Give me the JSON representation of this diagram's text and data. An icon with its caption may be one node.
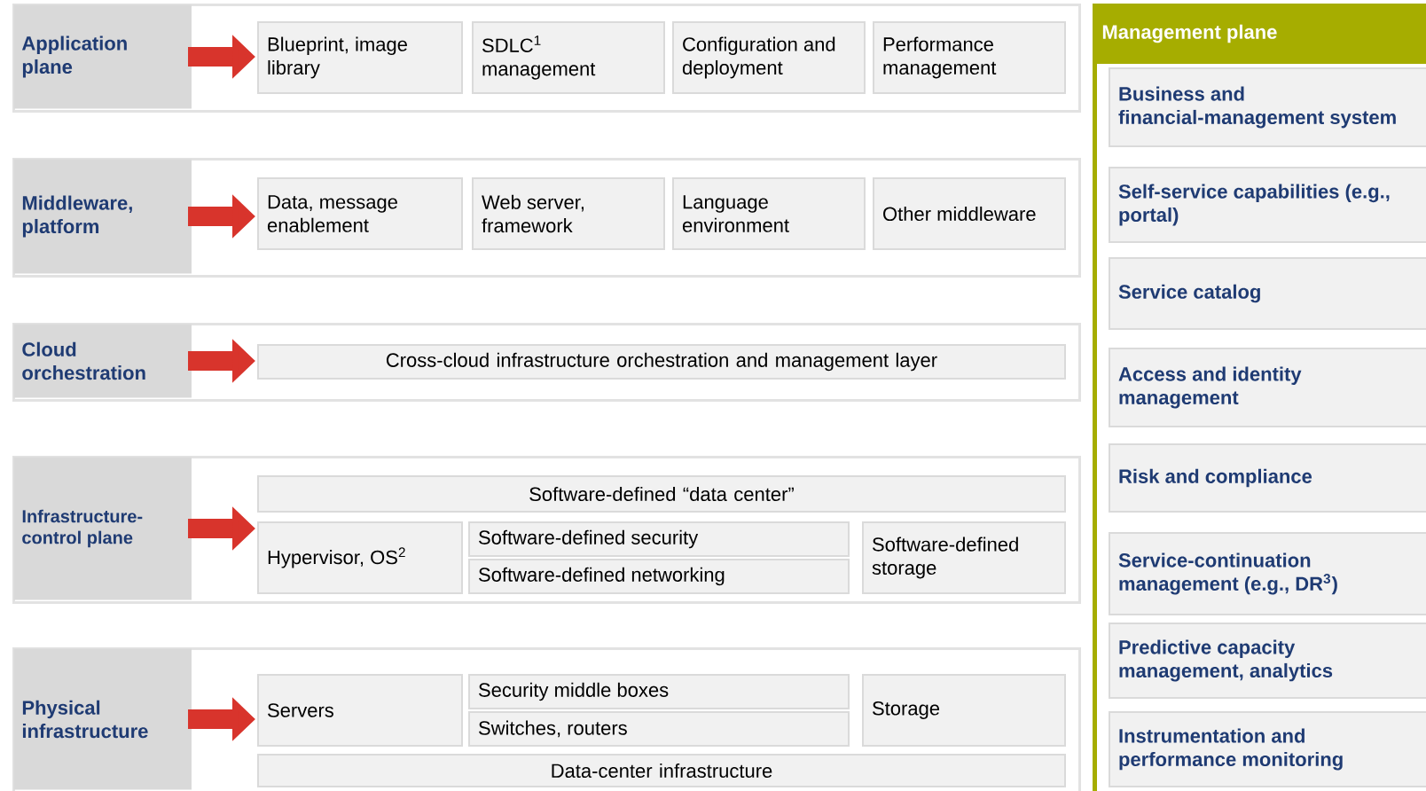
{
  "diagram": {
    "nodes": [
      {
        "text": [
          "Application plane"
        ]
      },
      {
        "text": [
          "Blueprint, image library"
        ],
        "in": 0
      },
      {
        "text": [
          "SDLC$^{1}$ management"
        ],
        "in": 0
      },
      {
        "text": [
          "Configuration and deployment"
        ],
        "in": 0
      },
      {
        "text": [
          "Performance management"
        ],
        "in": 0
      },
      {
        "text": [
          "Middleware, platform"
        ]
      },
      {
        "text": [
          "Data, message enablement"
        ],
        "in": 5
      },
      {
        "text": [
          "Web server, framework"
        ],
        "in": 5
      },
      {
        "text": [
          "Language environment"
        ],
        "in": 5
      },
      {
        "text": [
          "Other middleware"
        ],
        "in": 5
      },
      {
        "text": [
          "Cloud orchestration"
        ]
      },
      {
        "text": [
          "Cross-cloud infrastructure orchestration and management layer"
        ],
        "in": 10
      },
      {
        "text": [
          "Infrastructure-control plane"
        ]
      },
      {
        "text": [
          "Software-defined “data center”"
        ],
        "in": 12
      },
      {
        "text": [
          "Hypervisor, OS$^{2}$"
        ],
        "in": 12
      },
      {
        "text": [
          "Software-defined security"
        ],
        "in": 12
      },
      {
        "text": [
          "Software-defined networking"
        ],
        "in": 12
      },
      {
        "text": [
          "Software-defined storage"
        ],
        "in": 12
      },
      {
        "text": [
          "Physical infrastructure"
        ]
      },
      {
        "text": [
          "Servers"
        ],
        "in": 18
      },
      {
        "text": [
          "Security middle boxes"
        ],
        "in": 18
      },
      {
        "text": [
          "Switches, routers"
        ],
        "in": 18
      },
      {
        "text": [
          "Storage"
        ],
        "in": 18
      },
      {
        "text": [
          "Data-center infrastructure"
        ],
        "in": 18
      },
      {
        "text": [
          "Management plane"
        ]
      },
      {
        "text": [
          "Business and financial-management system"
        ],
        "in": 24
      },
      {
        "text": [
          "Self-service capabilities (e.g., portal)"
        ],
        "in": 24
      },
      {
        "text": [
          "Service catalog"
        ],
        "in": 24
      },
      {
        "text": [
          "Access and identity management"
        ],
        "in": 24
      },
      {
        "text": [
          "Risk and compliance"
        ],
        "in": 24
      },
      {
        "text": [
          "Service-continuation management (e.g., DR$^{3}$)"
        ],
        "in": 24
      },
      {
        "text": [
          "Predictive capacity management, analytics"
        ],
        "in": 24
      },
      {
        "text": [
          "Instrumentation and performance monitoring"
        ],
        "in": 24
      }
    ]
  }
}
